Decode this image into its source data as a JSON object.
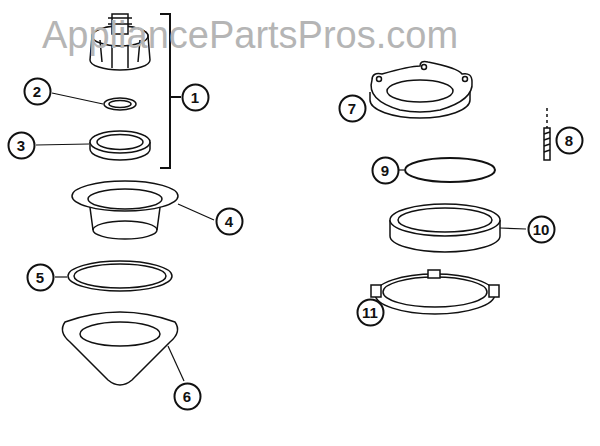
{
  "diagram": {
    "nodes": [
      {
        "text": [
          "1"
        ]
      },
      {
        "text": [
          "2"
        ]
      },
      {
        "text": [
          "3"
        ]
      },
      {
        "text": [
          "4"
        ]
      },
      {
        "text": [
          "5"
        ]
      },
      {
        "text": [
          "6"
        ]
      },
      {
        "text": [
          "7"
        ]
      },
      {
        "text": [
          "8"
        ]
      },
      {
        "text": [
          "9"
        ]
      },
      {
        "text": [
          "10"
        ]
      },
      {
        "text": [
          "11"
        ]
      }
    ],
    "labels": [
      "AppliancePartsPros.com"
    ]
  }
}
